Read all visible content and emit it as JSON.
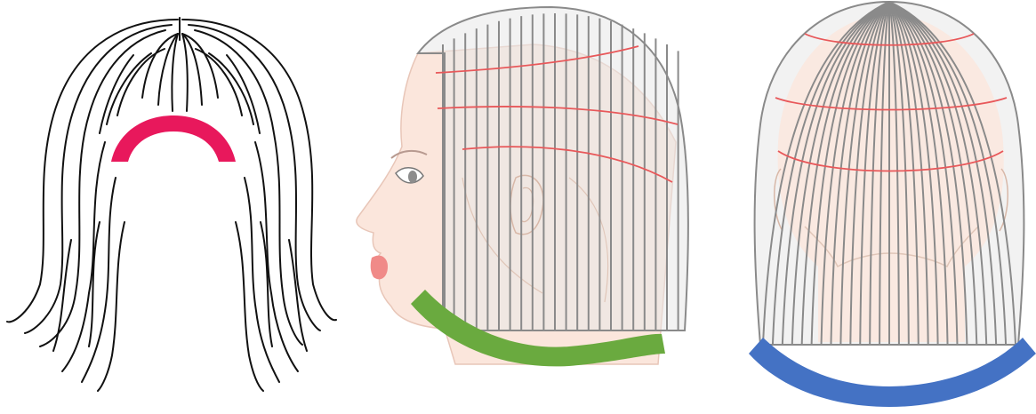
{
  "figure": {
    "panels": [
      {
        "id": "front",
        "view": "front",
        "hair_style": "outline",
        "guide_arc_color": "#e8185c",
        "guide_region": "fringe"
      },
      {
        "id": "side",
        "view": "side-profile",
        "hair_style": "vertical-sections",
        "guide_arc_color": "#6aaa3f",
        "guide_region": "nape-to-jaw"
      },
      {
        "id": "back",
        "view": "back",
        "hair_style": "vertical-sections",
        "guide_arc_color": "#4472c4",
        "guide_region": "hem"
      }
    ],
    "colors": {
      "outline": "#111111",
      "section_line": "#8a8a8a",
      "horizontal_line": "#e8585a",
      "skin": "#fbe6dc",
      "hair_fill": "#e8e8e8",
      "lips": "#f08a88"
    }
  }
}
